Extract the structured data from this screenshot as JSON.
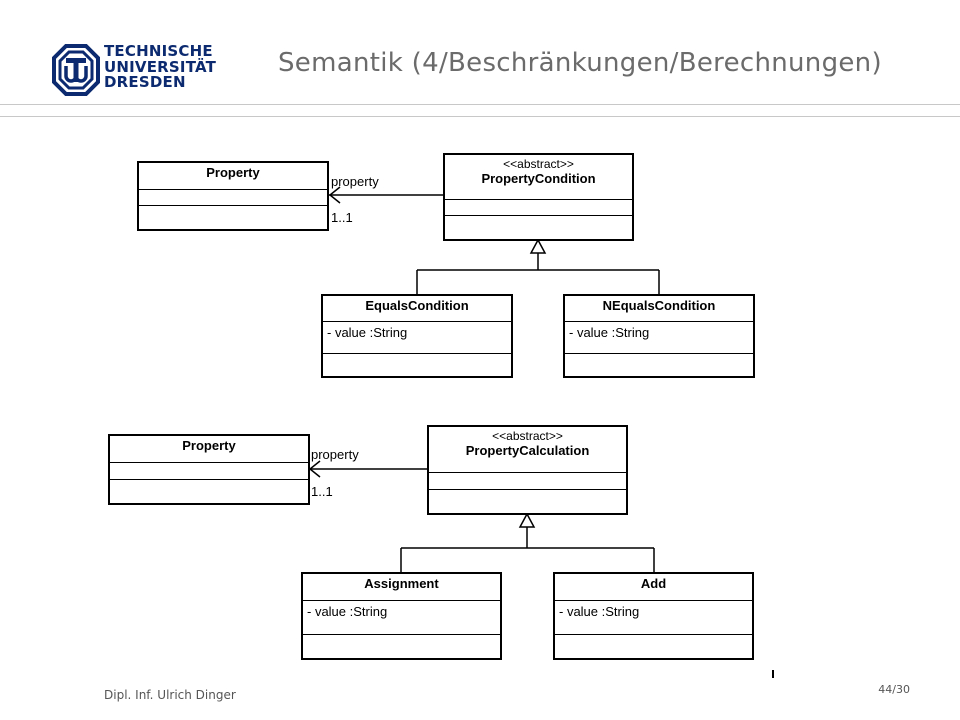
{
  "header": {
    "university_lines": [
      "TECHNISCHE",
      "UNIVERSITÄT",
      "DRESDEN"
    ],
    "title": "Semantik (4/Beschränkungen/Berechnungen)"
  },
  "diagram1": {
    "target": {
      "name": "Property"
    },
    "base": {
      "stereotype": "<<abstract>>",
      "name": "PropertyCondition"
    },
    "association": {
      "role": "property",
      "multiplicity": "1..1"
    },
    "subclasses": [
      {
        "name": "EqualsCondition",
        "attribute": "- value   :String"
      },
      {
        "name": "NEqualsCondition",
        "attribute": "- value   :String"
      }
    ]
  },
  "diagram2": {
    "target": {
      "name": "Property"
    },
    "base": {
      "stereotype": "<<abstract>>",
      "name": "PropertyCalculation"
    },
    "association": {
      "role": "property",
      "multiplicity": "1..1"
    },
    "subclasses": [
      {
        "name": "Assignment",
        "attribute": "- value   :String"
      },
      {
        "name": "Add",
        "attribute": "- value   :String"
      }
    ]
  },
  "footer": {
    "author": "Dipl. Inf. Ulrich Dinger",
    "page": "44/30"
  },
  "colors": {
    "logo": "#0b2a6f",
    "title": "#6b6b6b",
    "rule": "#c8c8c8"
  }
}
